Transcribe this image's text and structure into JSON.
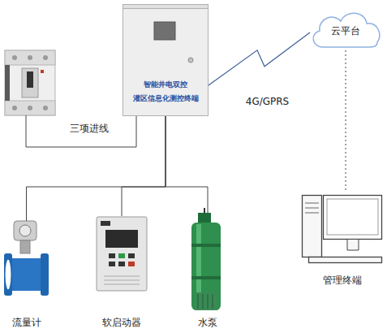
{
  "diagram": {
    "nodes": [
      {
        "text": [
          "智能井电双控 灌区信息化测控终端"
        ]
      },
      {
        "text": [
          "云平台"
        ]
      },
      {
        "text": [
          "流量计"
        ]
      },
      {
        "text": [
          "软启动器"
        ]
      },
      {
        "text": [
          "水泵"
        ]
      },
      {
        "text": [
          "管理终端"
        ]
      }
    ],
    "edges": [
      {
        "from": 0,
        "to": 1,
        "arrow": "none",
        "label": "4G/GPRS"
      },
      {
        "from": 0,
        "to": 2,
        "arrow": "none"
      },
      {
        "from": 0,
        "to": 3,
        "arrow": "none"
      },
      {
        "from": 0,
        "to": 4,
        "arrow": "none"
      },
      {
        "from": 1,
        "to": 5,
        "arrow": "none"
      }
    ],
    "labels": [
      "三项进线"
    ]
  }
}
